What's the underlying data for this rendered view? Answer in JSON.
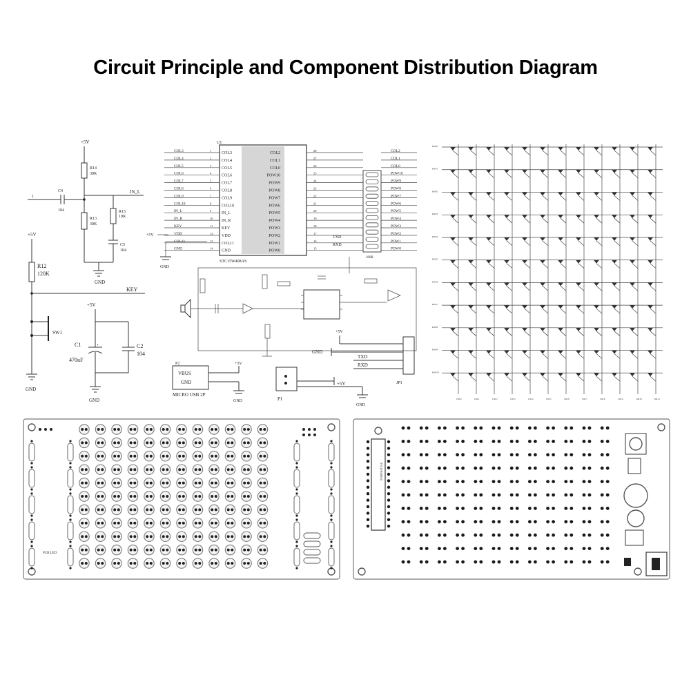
{
  "title": "Circuit Principle and Component Distribution Diagram",
  "bias_circuit": {
    "vcc": "+5V",
    "c4": "C4",
    "c4_val": "104",
    "in_l": "IN_L",
    "r14": "R14",
    "r14_val": "30K",
    "r13": "R13",
    "r13_val": "30K",
    "r15": "R15",
    "r15_val": "10K",
    "c5": "C5",
    "c5_val": "104",
    "gnd": "GND",
    "pin1": "1"
  },
  "key_circuit": {
    "vcc": "+5V",
    "r12": "R12",
    "r12_val": "120K",
    "key": "KEY",
    "sw": "SW1",
    "gnd": "GND"
  },
  "cap_circuit": {
    "vcc": "+5V",
    "c1": "C1",
    "c1_val": "470uF",
    "c2": "C2",
    "c2_val": "104",
    "gnd": "GND"
  },
  "mcu": {
    "ref": "U1",
    "part": "STC15W408AS",
    "left_pins": [
      "COL3",
      "COL4",
      "COL5",
      "COL6",
      "COL7",
      "COL8",
      "COL9",
      "COL10",
      "IN_L",
      "IN_R",
      "KEY",
      "VDD",
      "COL11",
      "GND"
    ],
    "right_pins": [
      "COL2",
      "COL1",
      "COL0",
      "POW10",
      "POW9",
      "POW8",
      "POW7",
      "POW6",
      "POW5",
      "POW4",
      "POW3",
      "POW2",
      "POW1",
      "POW0"
    ],
    "right_nets": [
      "COL2",
      "COL1",
      "COL0",
      "POW10",
      "POW9",
      "POW8",
      "POW7",
      "POW6",
      "POW5",
      "POW4",
      "POW3",
      "POW2",
      "POW1",
      "POW0"
    ],
    "vcc": "+5V",
    "txd": "TXD",
    "rxd": "RXD",
    "res_net": "300R"
  },
  "usb": {
    "ref": "P2",
    "vbus": "VBUS",
    "gnd": "GND",
    "label": "MICRO USB 2P",
    "vcc": "+5V"
  },
  "header_p1": {
    "ref": "P1",
    "vcc": "+5V"
  },
  "header_jp1": {
    "ref": "JP1",
    "vcc": "+5V",
    "gnd": "GND",
    "txd": "TXD",
    "rxd": "RXD"
  },
  "led_matrix": {
    "rows": 11,
    "cols": 12
  },
  "pcb_front": {
    "cols": 12,
    "rows": 11,
    "note": "PCB LED"
  },
  "pcb_back": {
    "ic_label": "STC15W408AS"
  }
}
